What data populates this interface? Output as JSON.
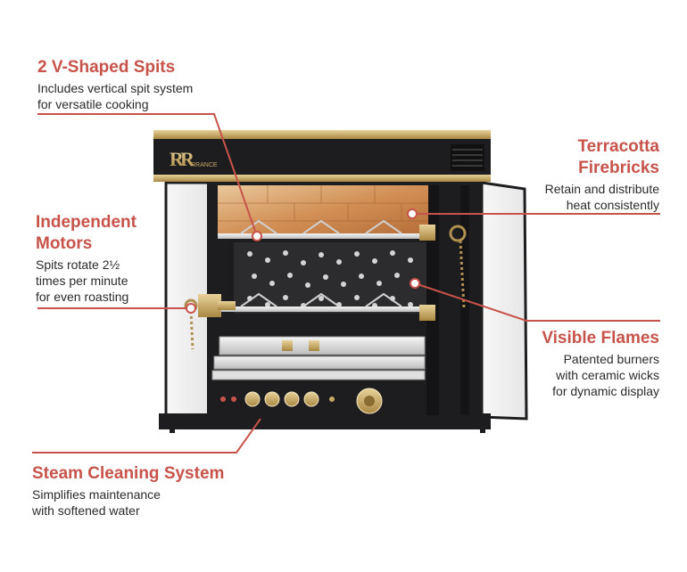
{
  "product": {
    "logo_text": "RRANCE",
    "color_brand": "#c8534a",
    "color_text": "#2b2b2b",
    "color_body": "#1d1d1f",
    "color_brass": "#c9a865"
  },
  "callouts": [
    {
      "id": "spits",
      "title": "2 V-Shaped Spits",
      "desc": "Includes vertical spit system\nfor versatile cooking"
    },
    {
      "id": "firebricks",
      "title": "Terracotta\nFirebricks",
      "desc": "Retain and distribute\nheat consistently"
    },
    {
      "id": "motors",
      "title": "Independent\nMotors",
      "desc": "Spits rotate 2½\ntimes per minute\nfor even roasting"
    },
    {
      "id": "flames",
      "title": "Visible Flames",
      "desc": "Patented burners\nwith ceramic wicks\nfor dynamic display"
    },
    {
      "id": "steam",
      "title": "Steam Cleaning System",
      "desc": "Simplifies maintenance\nwith softened water"
    }
  ]
}
